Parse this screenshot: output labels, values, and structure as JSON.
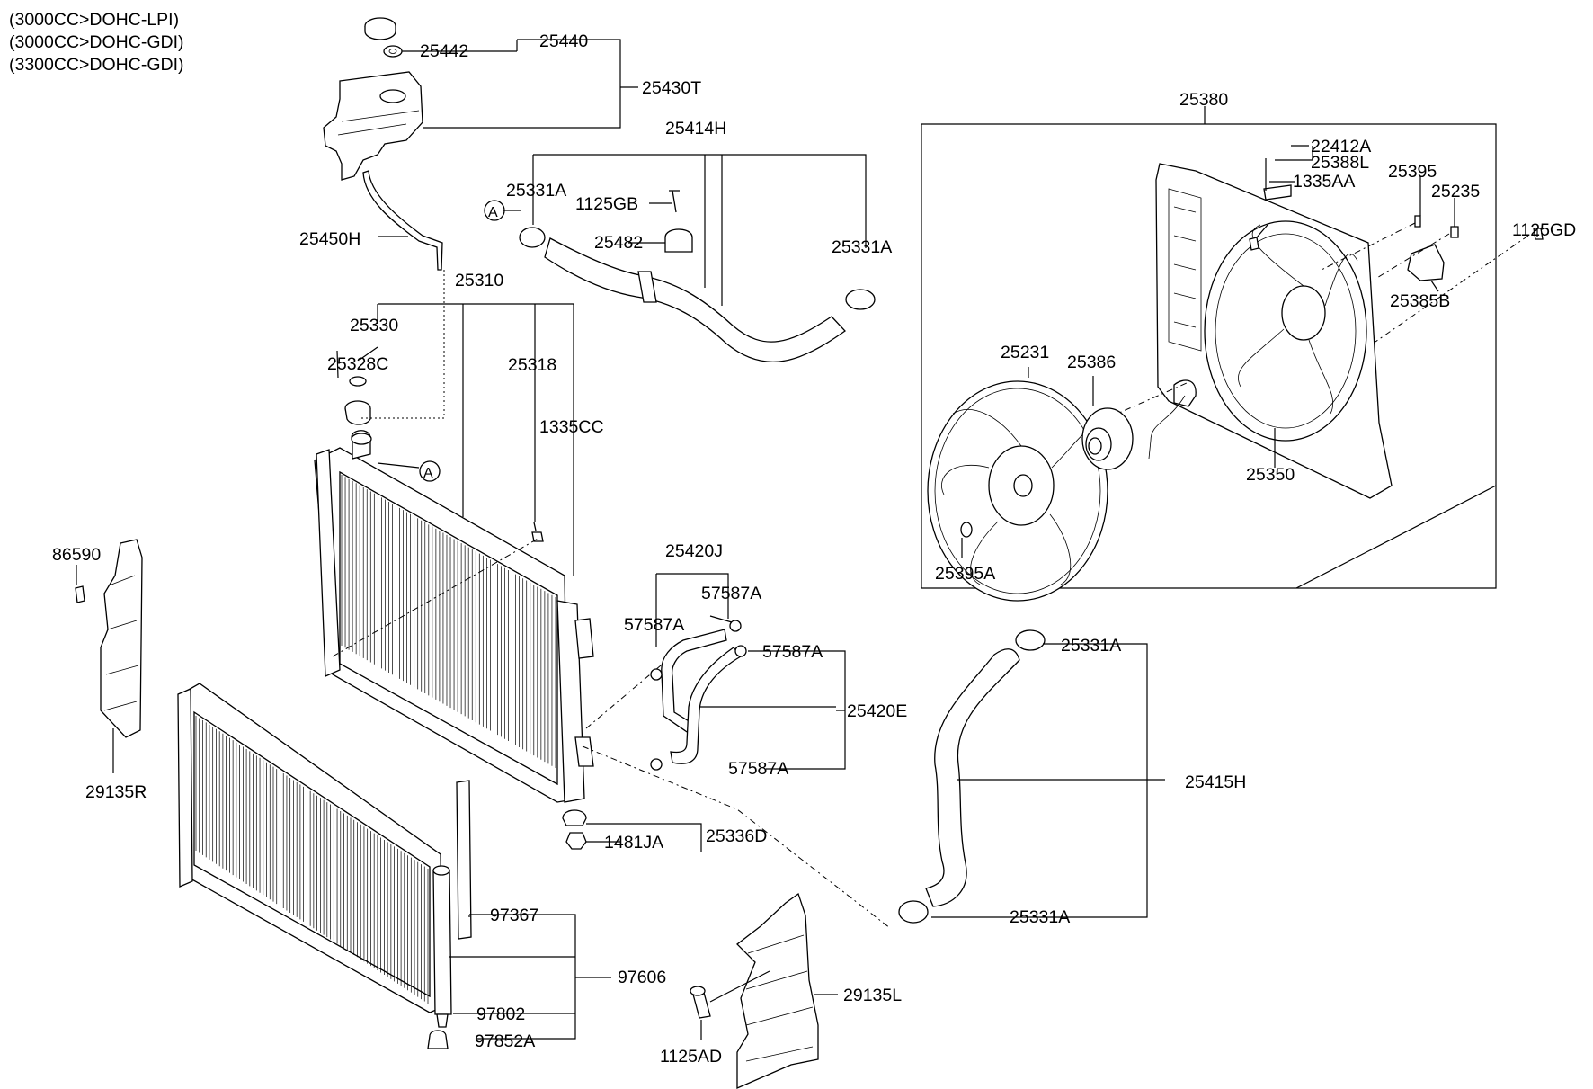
{
  "notes": [
    "(3000CC>DOHC-LPI)",
    "(3000CC>DOHC-GDI)",
    "(3300CC>DOHC-GDI)"
  ],
  "callout_marker": "A",
  "parts": {
    "p25440": "25440",
    "p25442": "25442",
    "p25430T": "25430T",
    "p25450H": "25450H",
    "p25414H": "25414H",
    "p25331A_1": "25331A",
    "p1125GB": "1125GB",
    "p25482": "25482",
    "p25331A_2": "25331A",
    "p25310": "25310",
    "p25330": "25330",
    "p25328C": "25328C",
    "p25318": "25318",
    "p1335CC": "1335CC",
    "p86590": "86590",
    "p29135R": "29135R",
    "p25420J": "25420J",
    "p57587A_1": "57587A",
    "p57587A_2": "57587A",
    "p57587A_3": "57587A",
    "p57587A_4": "57587A",
    "p25420E": "25420E",
    "p25336D": "25336D",
    "p1481JA": "1481JA",
    "p97367": "97367",
    "p97606": "97606",
    "p97802": "97802",
    "p97852A": "97852A",
    "p1125AD": "1125AD",
    "p29135L": "29135L",
    "p25331A_3": "25331A",
    "p25415H": "25415H",
    "p25331A_4": "25331A",
    "p25380": "25380",
    "p22412A": "22412A",
    "p25388L": "25388L",
    "p1335AA": "1335AA",
    "p25395": "25395",
    "p25235": "25235",
    "p1125GD": "1125GD",
    "p25385B": "25385B",
    "p25231": "25231",
    "p25386": "25386",
    "p25350": "25350",
    "p25395A": "25395A"
  }
}
